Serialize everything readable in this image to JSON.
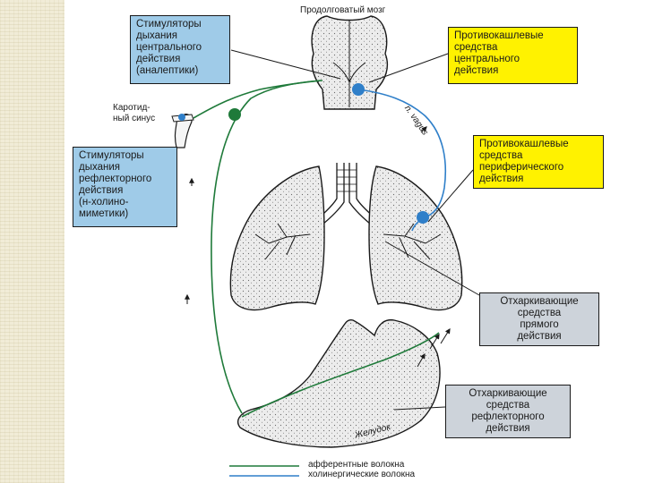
{
  "diagram": {
    "top_label": "Продолговатый мозг",
    "carotid_label": [
      "Каротид-",
      "ный синус"
    ],
    "vagus_label": "n. vagus",
    "stomach_label": "Желудок",
    "boxes": {
      "central_stimulators": [
        "Стимуляторы",
        "дыхания",
        "центрального",
        "действия",
        "(аналептики)"
      ],
      "central_antitussives": [
        "Противокашлевые",
        "средства",
        "центрального",
        "действия"
      ],
      "reflex_stimulators": [
        "Стимуляторы",
        "дыхания",
        "рефлекторного",
        "действия",
        "(н-холино-",
        "миметики)"
      ],
      "peripheral_antitussives": [
        "Противокашлевые",
        "средства",
        "периферического",
        "действия"
      ],
      "direct_expectorants": [
        "Отхаркивающие",
        "средства",
        "прямого",
        "действия"
      ],
      "reflex_expectorants": [
        "Отхаркивающие",
        "средства",
        "рефлекторного",
        "действия"
      ]
    },
    "legend": {
      "afferent": "афферентные волокна",
      "cholinergic": "холинергические волокна"
    },
    "colors": {
      "blue_box": "#9fcbe8",
      "yellow_box": "#fff200",
      "gray_box": "#cdd3da",
      "afferent_line": "#1f7a3a",
      "cholinergic_line": "#2f7fc9"
    }
  }
}
